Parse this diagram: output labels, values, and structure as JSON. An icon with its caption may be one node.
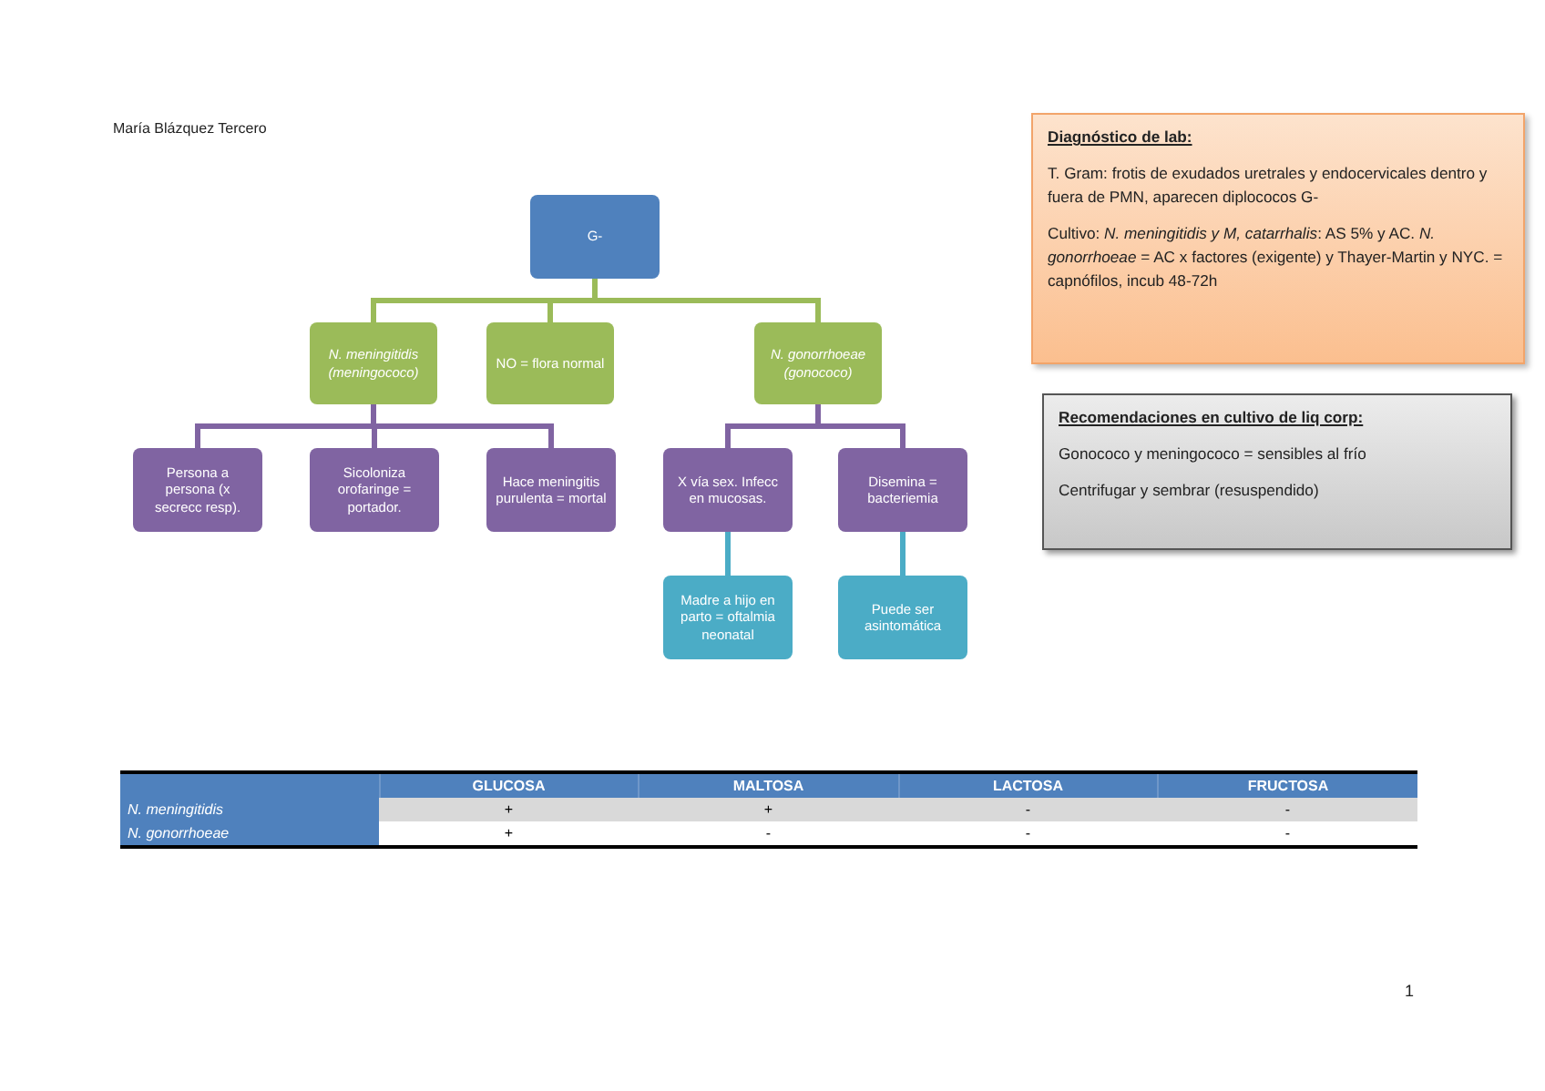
{
  "diagram": {
    "nodes": [
      {
        "text": [
          "G-"
        ]
      },
      {
        "text": [
          "N. meningitidis (meningococo)"
        ]
      },
      {
        "text": [
          "NO = flora normal"
        ]
      },
      {
        "text": [
          "N. gonorrhoeae (gonococo)"
        ]
      },
      {
        "text": [
          "Persona a persona (x secrecc resp)."
        ]
      },
      {
        "text": [
          "Sicoloniza orofaringe = portador."
        ]
      },
      {
        "text": [
          "Hace meningitis purulenta = mortal"
        ]
      },
      {
        "text": [
          "X vía sex. Infecc en mucosas."
        ]
      },
      {
        "text": [
          "Disemina = bacteriemia"
        ]
      },
      {
        "text": [
          "Madre a hijo en parto = oftalmia neonatal"
        ]
      },
      {
        "text": [
          "Puede ser asintomática"
        ]
      },
      {
        "text": [
          "Diagnóstico de lab:",
          "T. Gram: frotis de exudados uretrales y endocervicales dentro y fuera de PMN, aparecen diplococos G-",
          "Cultivo: *N. meningitidis y M, catarrhalis*: AS 5% y AC. *N. gonorrhoeae* = AC x factores (exigente) y Thayer-Martin y NYC. = capnófilos, incub 48-72h"
        ]
      },
      {
        "text": [
          "Recomendaciones en cultivo de liq corp:",
          "Gonococo y meningococo = sensibles al frío",
          "Centrifugar y sembrar (resuspendido)"
        ]
      }
    ],
    "edges": [
      {
        "from": 0,
        "to": 1,
        "arrow": "none",
        "color": "#9bbb59"
      },
      {
        "from": 0,
        "to": 2,
        "arrow": "none",
        "color": "#9bbb59"
      },
      {
        "from": 0,
        "to": 3,
        "arrow": "none",
        "color": "#9bbb59"
      },
      {
        "from": 1,
        "to": 4,
        "arrow": "none"
      },
      {
        "from": 1,
        "to": 5,
        "arrow": "none"
      },
      {
        "from": 1,
        "to": 6,
        "arrow": "none"
      },
      {
        "from": 3,
        "to": 7,
        "arrow": "none"
      },
      {
        "from": 3,
        "to": 8,
        "arrow": "none"
      },
      {
        "from": 7,
        "to": 9,
        "arrow": "none",
        "color": "#4bacc6"
      },
      {
        "from": 8,
        "to": 10,
        "arrow": "none",
        "color": "#4bacc6"
      }
    ],
    "labels": [
      "María Blázquez Tercero",
      "GLUCOSA",
      "MALTOSA",
      "LACTOSA",
      "FRUCTOSA",
      "N. meningitidis",
      "+",
      "+",
      "-",
      "-",
      "N. gonorrhoeae",
      "+",
      "-",
      "-",
      "-",
      "1"
    ]
  }
}
